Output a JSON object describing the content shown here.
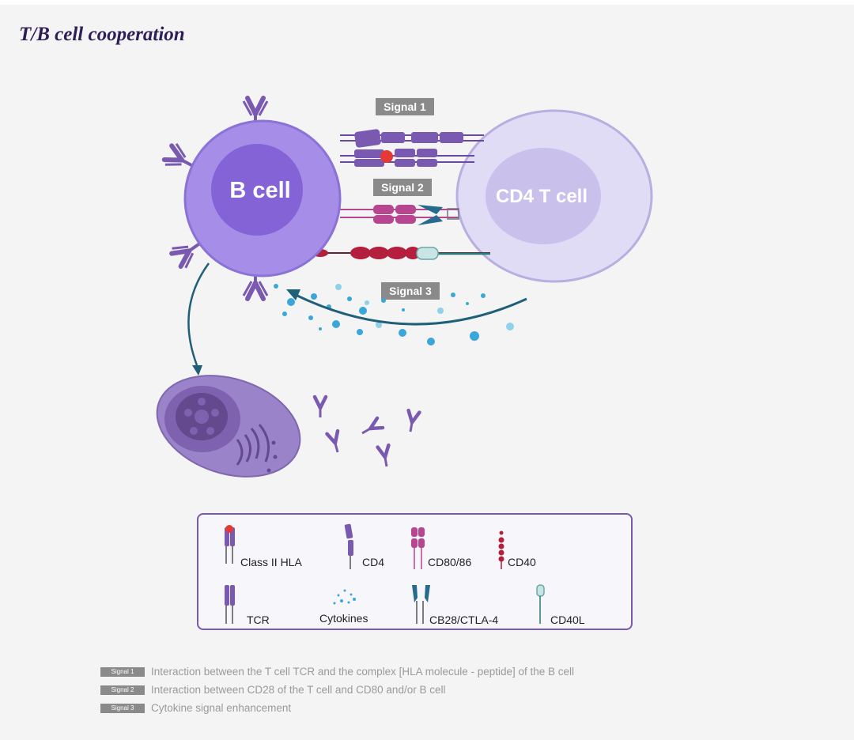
{
  "title": "T/B cell cooperation",
  "cells": {
    "b_cell": "B cell",
    "t_cell": "CD4 T cell"
  },
  "signals": {
    "s1": "Signal 1",
    "s2": "Signal 2",
    "s3": "Signal 3"
  },
  "legend_box": {
    "class2_hla": "Class II HLA",
    "cd4": "CD4",
    "cd80": "CD80/86",
    "cd40": "CD40",
    "tcr": "TCR",
    "cytokines": "Cytokines",
    "cb28": "CB28/CTLA-4",
    "cd40l": "CD40L"
  },
  "notes": [
    {
      "badge": "Signal 1",
      "text": "Interaction between the T cell TCR and the complex [HLA molecule - peptide] of the B cell"
    },
    {
      "badge": "Signal 2",
      "text": "Interaction between CD28 of the T cell and CD80 and/or B cell"
    },
    {
      "badge": "Signal 3",
      "text": "Cytokine signal enhancement"
    }
  ],
  "colors": {
    "b_cell": "#a58de8",
    "t_cell": "#d9d3f3",
    "mhc_purple": "#7a5ab0",
    "cd80_pink": "#b8458f",
    "cd28_blue": "#276a8c",
    "cd40_red": "#b31f3d",
    "cytokine_blue": "#3aa7d8",
    "title": "#2e1e57"
  }
}
